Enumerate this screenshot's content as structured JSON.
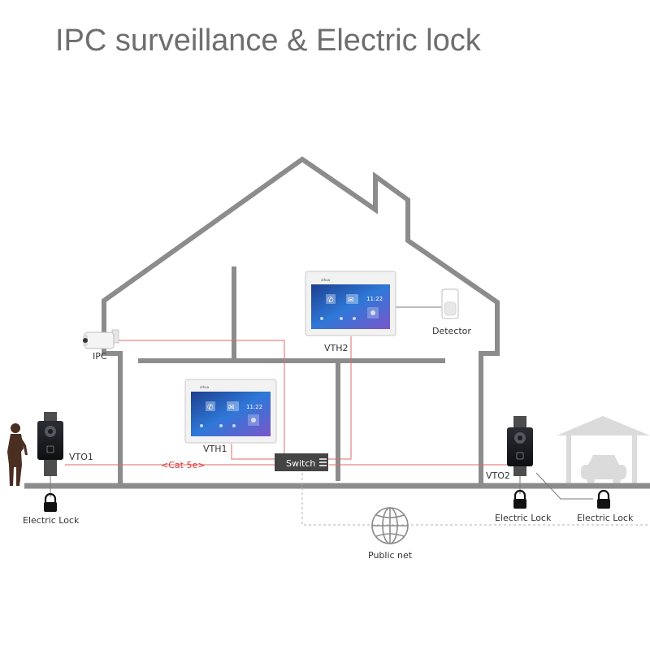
{
  "title": "IPC surveillance & Electric lock",
  "devices": {
    "ipc": "IPC",
    "vth1": "VTH1",
    "vth2": "VTH2",
    "detector": "Detector",
    "vto1": "VTO1",
    "vto2": "VTO2",
    "switch": "Switch",
    "public_net": "Public net"
  },
  "cable": {
    "label": "<Cat 5e>"
  },
  "locks": [
    "Electric Lock",
    "Electric Lock",
    "Electric Lock"
  ],
  "screen": {
    "clock": "11:22",
    "brand": "alhua"
  },
  "colors": {
    "structure": "#8c8c8c",
    "title": "#6e6e6e",
    "cable": "#e06a6a",
    "cable_text": "#d93a3a",
    "screen": "#2a63c9"
  }
}
